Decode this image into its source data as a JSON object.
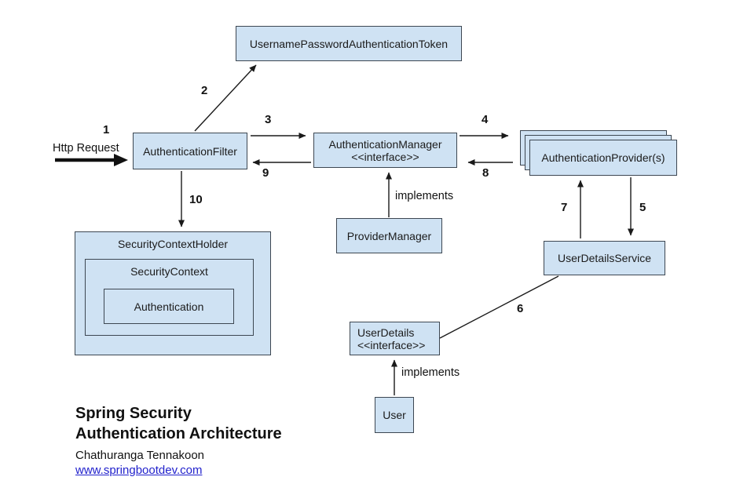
{
  "diagram": {
    "boxes": {
      "token": "UsernamePasswordAuthenticationToken",
      "authentication_filter": "AuthenticationFilter",
      "authentication_manager": "AuthenticationManager",
      "authentication_manager_stereotype": "<<interface>>",
      "authentication_providers": "AuthenticationProvider(s)",
      "provider_manager": "ProviderManager",
      "user_details_service": "UserDetailsService",
      "security_context_holder": "SecurityContextHolder",
      "security_context": "SecurityContext",
      "authentication": "Authentication",
      "user_details": "UserDetails",
      "user_details_stereotype": "<<interface>>",
      "user": "User"
    },
    "steps": {
      "s1": "1",
      "s2": "2",
      "s3": "3",
      "s4": "4",
      "s5": "5",
      "s6": "6",
      "s7": "7",
      "s8": "8",
      "s9": "9",
      "s10": "10"
    },
    "edge_labels": {
      "http_request": "Http Request",
      "implements_provider_manager": "implements",
      "implements_user": "implements"
    },
    "footer": {
      "title_line1": "Spring Security",
      "title_line2": "Authentication Architecture",
      "author": "Chathuranga Tennakoon",
      "website": "www.springbootdev.com"
    },
    "colors": {
      "box_fill": "#cfe2f3",
      "box_border": "#3d4752",
      "line": "#1a1a1a",
      "link": "#2222cc"
    }
  }
}
